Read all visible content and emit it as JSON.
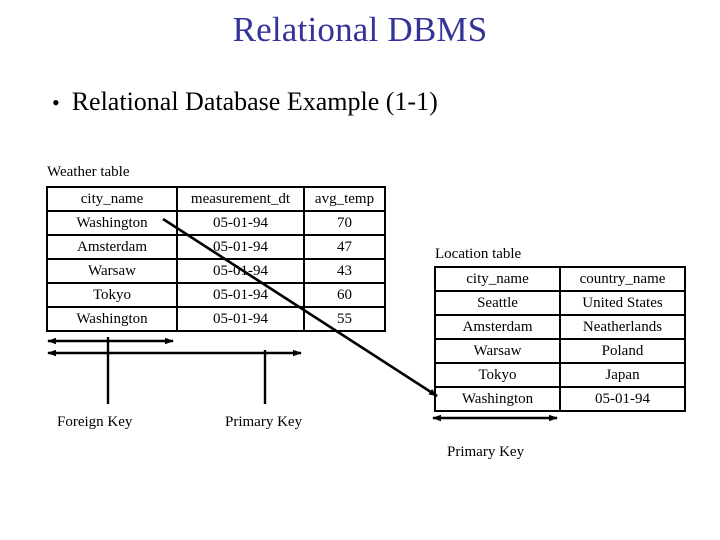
{
  "slide": {
    "title": "Relational DBMS",
    "title_color": "#333399",
    "bullet_marker": "•",
    "bullet_text": "Relational Database Example (1-1)"
  },
  "weather": {
    "caption": "Weather table",
    "columns": [
      "city_name",
      "measurement_dt",
      "avg_temp"
    ],
    "rows": [
      [
        "Washington",
        "05-01-94",
        "70"
      ],
      [
        "Amsterdam",
        "05-01-94",
        "47"
      ],
      [
        "Warsaw",
        "05-01-94",
        "43"
      ],
      [
        "Tokyo",
        "05-01-94",
        "60"
      ],
      [
        "Washington",
        "05-01-94",
        "55"
      ]
    ]
  },
  "location": {
    "caption": "Location table",
    "columns": [
      "city_name",
      "country_name"
    ],
    "rows": [
      [
        "Seattle",
        "United States"
      ],
      [
        "Amsterdam",
        "Neatherlands"
      ],
      [
        "Warsaw",
        "Poland"
      ],
      [
        "Tokyo",
        "Japan"
      ],
      [
        "Washington",
        "05-01-94"
      ]
    ]
  },
  "annotations": {
    "foreign_key_label": "Foreign Key",
    "primary_key_label_weather": "Primary Key",
    "primary_key_label_location": "Primary Key",
    "line_color": "#000000"
  }
}
